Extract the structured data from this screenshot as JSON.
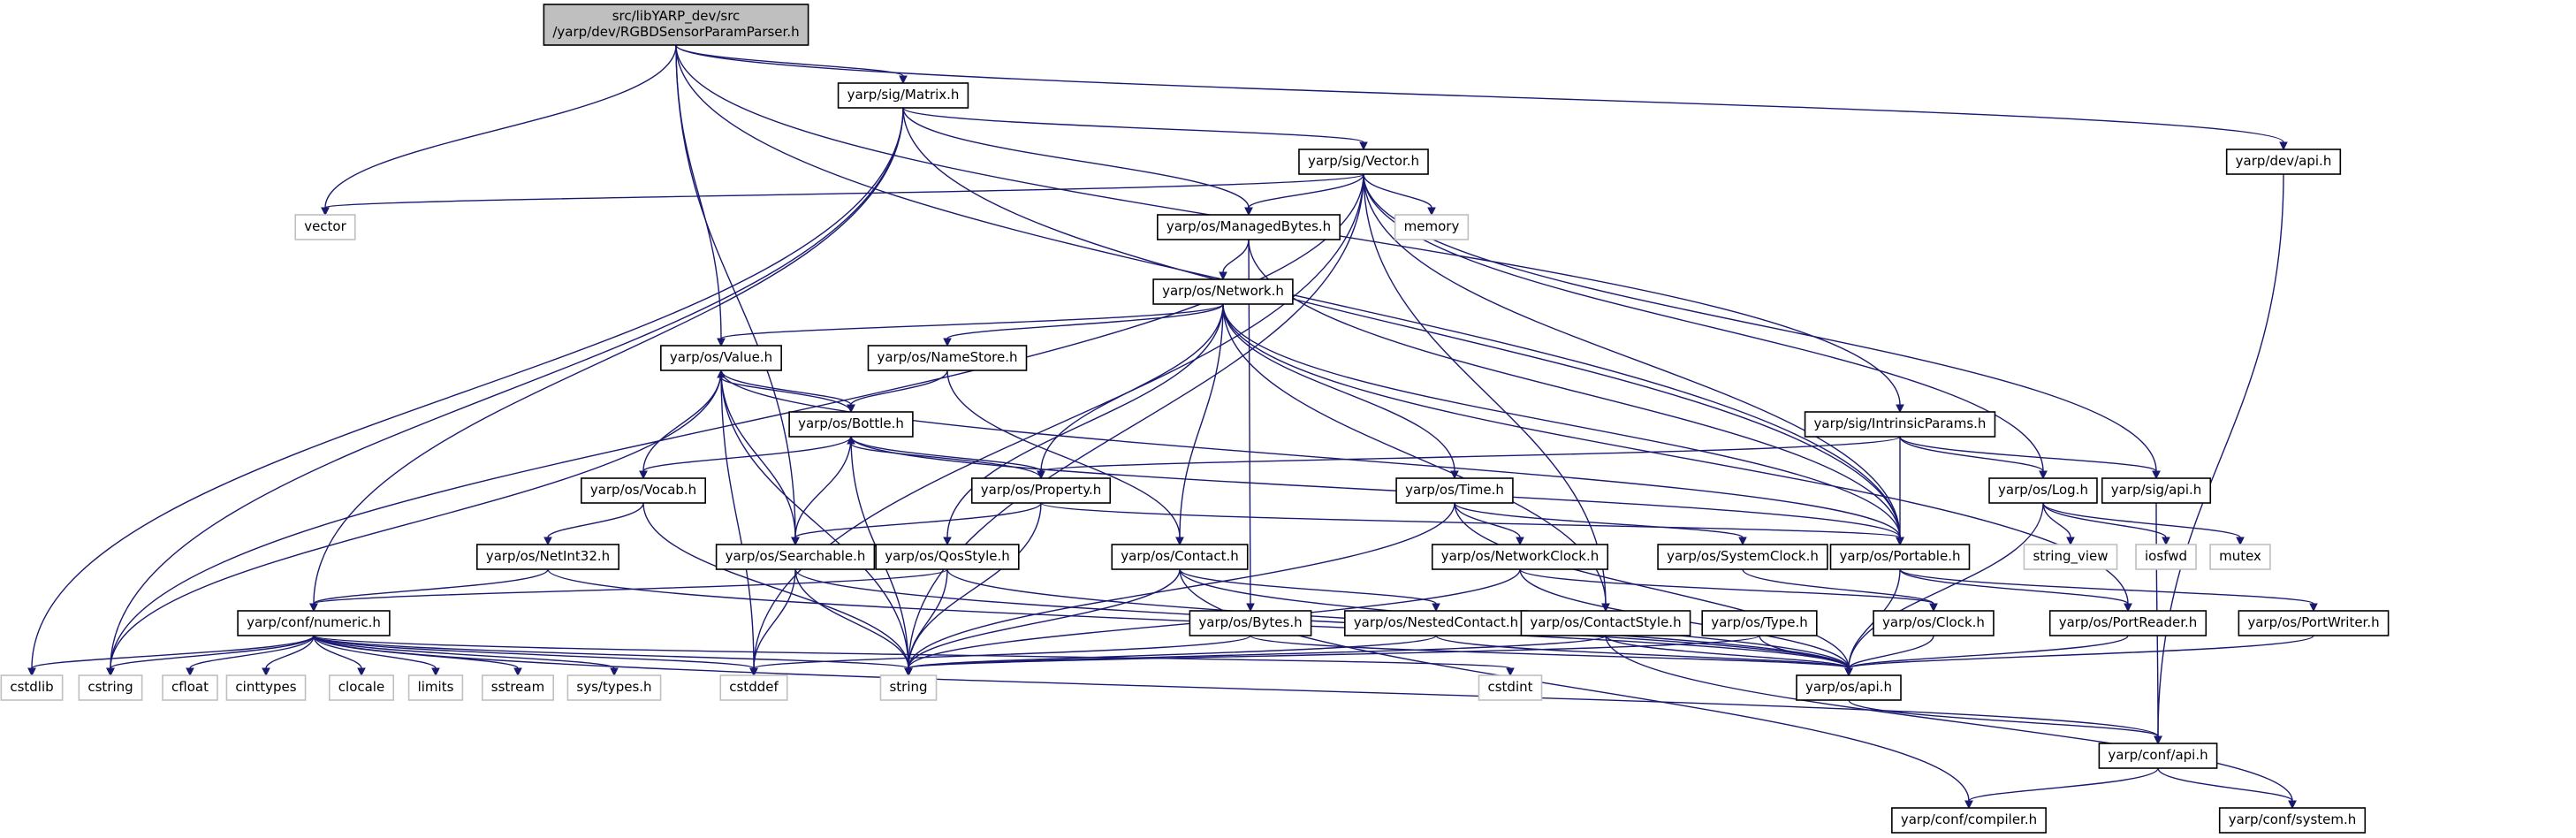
{
  "diagram": {
    "edge_color": "#191970",
    "root_fill": "#bfbfbf",
    "system_header_stroke": "#bfbfbf",
    "nodes": [
      {
        "id": "root",
        "lines": [
          "src/libYARP_dev/src",
          "/yarp/dev/RGBDSensorParamParser.h"
        ],
        "kind": "root"
      },
      {
        "id": "matrix",
        "lines": [
          "yarp/sig/Matrix.h"
        ],
        "kind": "local"
      },
      {
        "id": "intrinsic",
        "lines": [
          "yarp/sig/IntrinsicParams.h"
        ],
        "kind": "local"
      },
      {
        "id": "devapi",
        "lines": [
          "yarp/dev/api.h"
        ],
        "kind": "local"
      },
      {
        "id": "vector_std",
        "lines": [
          "vector"
        ],
        "kind": "system"
      },
      {
        "id": "sigvector",
        "lines": [
          "yarp/sig/Vector.h"
        ],
        "kind": "local"
      },
      {
        "id": "memory",
        "lines": [
          "memory"
        ],
        "kind": "system"
      },
      {
        "id": "managedbytes",
        "lines": [
          "yarp/os/ManagedBytes.h"
        ],
        "kind": "local"
      },
      {
        "id": "network",
        "lines": [
          "yarp/os/Network.h"
        ],
        "kind": "local"
      },
      {
        "id": "value",
        "lines": [
          "yarp/os/Value.h"
        ],
        "kind": "local"
      },
      {
        "id": "namestore",
        "lines": [
          "yarp/os/NameStore.h"
        ],
        "kind": "local"
      },
      {
        "id": "bottle",
        "lines": [
          "yarp/os/Bottle.h"
        ],
        "kind": "local"
      },
      {
        "id": "vocab",
        "lines": [
          "yarp/os/Vocab.h"
        ],
        "kind": "local"
      },
      {
        "id": "property",
        "lines": [
          "yarp/os/Property.h"
        ],
        "kind": "local"
      },
      {
        "id": "time",
        "lines": [
          "yarp/os/Time.h"
        ],
        "kind": "local"
      },
      {
        "id": "log",
        "lines": [
          "yarp/os/Log.h"
        ],
        "kind": "local"
      },
      {
        "id": "sigapi",
        "lines": [
          "yarp/sig/api.h"
        ],
        "kind": "local"
      },
      {
        "id": "netint32",
        "lines": [
          "yarp/os/NetInt32.h"
        ],
        "kind": "local"
      },
      {
        "id": "searchable",
        "lines": [
          "yarp/os/Searchable.h"
        ],
        "kind": "local"
      },
      {
        "id": "qosstyle",
        "lines": [
          "yarp/os/QosStyle.h"
        ],
        "kind": "local"
      },
      {
        "id": "contact",
        "lines": [
          "yarp/os/Contact.h"
        ],
        "kind": "local"
      },
      {
        "id": "networkclock",
        "lines": [
          "yarp/os/NetworkClock.h"
        ],
        "kind": "local"
      },
      {
        "id": "systemclock",
        "lines": [
          "yarp/os/SystemClock.h"
        ],
        "kind": "local"
      },
      {
        "id": "portable",
        "lines": [
          "yarp/os/Portable.h"
        ],
        "kind": "local"
      },
      {
        "id": "string_view",
        "lines": [
          "string_view"
        ],
        "kind": "system"
      },
      {
        "id": "iosfwd",
        "lines": [
          "iosfwd"
        ],
        "kind": "system"
      },
      {
        "id": "mutex",
        "lines": [
          "mutex"
        ],
        "kind": "system"
      },
      {
        "id": "numeric",
        "lines": [
          "yarp/conf/numeric.h"
        ],
        "kind": "local"
      },
      {
        "id": "bytes",
        "lines": [
          "yarp/os/Bytes.h"
        ],
        "kind": "local"
      },
      {
        "id": "nestedcontact",
        "lines": [
          "yarp/os/NestedContact.h"
        ],
        "kind": "local"
      },
      {
        "id": "contactstyle",
        "lines": [
          "yarp/os/ContactStyle.h"
        ],
        "kind": "local"
      },
      {
        "id": "type",
        "lines": [
          "yarp/os/Type.h"
        ],
        "kind": "local"
      },
      {
        "id": "clock",
        "lines": [
          "yarp/os/Clock.h"
        ],
        "kind": "local"
      },
      {
        "id": "portreader",
        "lines": [
          "yarp/os/PortReader.h"
        ],
        "kind": "local"
      },
      {
        "id": "portwriter",
        "lines": [
          "yarp/os/PortWriter.h"
        ],
        "kind": "local"
      },
      {
        "id": "cstdlib",
        "lines": [
          "cstdlib"
        ],
        "kind": "system"
      },
      {
        "id": "cstring",
        "lines": [
          "cstring"
        ],
        "kind": "system"
      },
      {
        "id": "cfloat",
        "lines": [
          "cfloat"
        ],
        "kind": "system"
      },
      {
        "id": "cinttypes",
        "lines": [
          "cinttypes"
        ],
        "kind": "system"
      },
      {
        "id": "clocale",
        "lines": [
          "clocale"
        ],
        "kind": "system"
      },
      {
        "id": "limits",
        "lines": [
          "limits"
        ],
        "kind": "system"
      },
      {
        "id": "sstream",
        "lines": [
          "sstream"
        ],
        "kind": "system"
      },
      {
        "id": "systypes",
        "lines": [
          "sys/types.h"
        ],
        "kind": "system"
      },
      {
        "id": "cstddef",
        "lines": [
          "cstddef"
        ],
        "kind": "system"
      },
      {
        "id": "string",
        "lines": [
          "string"
        ],
        "kind": "system"
      },
      {
        "id": "cstdint",
        "lines": [
          "cstdint"
        ],
        "kind": "system"
      },
      {
        "id": "osapi",
        "lines": [
          "yarp/os/api.h"
        ],
        "kind": "local"
      },
      {
        "id": "confapi",
        "lines": [
          "yarp/conf/api.h"
        ],
        "kind": "local"
      },
      {
        "id": "compiler",
        "lines": [
          "yarp/conf/compiler.h"
        ],
        "kind": "local"
      },
      {
        "id": "system",
        "lines": [
          "yarp/conf/system.h"
        ],
        "kind": "local"
      }
    ],
    "edges": [
      [
        "root",
        "matrix"
      ],
      [
        "root",
        "vector_std"
      ],
      [
        "root",
        "value"
      ],
      [
        "root",
        "searchable"
      ],
      [
        "root",
        "portable"
      ],
      [
        "root",
        "intrinsic"
      ],
      [
        "root",
        "devapi"
      ],
      [
        "matrix",
        "sigvector"
      ],
      [
        "matrix",
        "managedbytes"
      ],
      [
        "matrix",
        "numeric"
      ],
      [
        "matrix",
        "cstdlib"
      ],
      [
        "matrix",
        "cstring"
      ],
      [
        "matrix",
        "portable"
      ],
      [
        "sigvector",
        "vector_std"
      ],
      [
        "sigvector",
        "managedbytes"
      ],
      [
        "sigvector",
        "memory"
      ],
      [
        "sigvector",
        "string"
      ],
      [
        "sigvector",
        "portable"
      ],
      [
        "sigvector",
        "log"
      ],
      [
        "sigvector",
        "sigapi"
      ],
      [
        "sigvector",
        "cstring"
      ],
      [
        "sigvector",
        "cstddef"
      ],
      [
        "sigvector",
        "contactstyle"
      ],
      [
        "managedbytes",
        "network"
      ],
      [
        "managedbytes",
        "bytes"
      ],
      [
        "managedbytes",
        "portable"
      ],
      [
        "network",
        "value"
      ],
      [
        "network",
        "namestore"
      ],
      [
        "network",
        "property"
      ],
      [
        "network",
        "contact"
      ],
      [
        "network",
        "qosstyle"
      ],
      [
        "network",
        "time"
      ],
      [
        "network",
        "portable"
      ],
      [
        "network",
        "portreader"
      ],
      [
        "network",
        "contactstyle"
      ],
      [
        "value",
        "bottle"
      ],
      [
        "value",
        "vocab"
      ],
      [
        "value",
        "searchable"
      ],
      [
        "value",
        "portable"
      ],
      [
        "value",
        "string"
      ],
      [
        "value",
        "cstddef"
      ],
      [
        "value",
        "cstring"
      ],
      [
        "namestore",
        "bottle"
      ],
      [
        "namestore",
        "contact"
      ],
      [
        "bottle",
        "value"
      ],
      [
        "bottle",
        "vocab"
      ],
      [
        "bottle",
        "property"
      ],
      [
        "bottle",
        "searchable"
      ],
      [
        "bottle",
        "portable"
      ],
      [
        "bottle",
        "string"
      ],
      [
        "property",
        "bottle"
      ],
      [
        "property",
        "searchable"
      ],
      [
        "property",
        "portable"
      ],
      [
        "property",
        "string"
      ],
      [
        "vocab",
        "netint32"
      ],
      [
        "vocab",
        "string"
      ],
      [
        "netint32",
        "numeric"
      ],
      [
        "netint32",
        "osapi"
      ],
      [
        "searchable",
        "string"
      ],
      [
        "searchable",
        "cstddef"
      ],
      [
        "searchable",
        "osapi"
      ],
      [
        "qosstyle",
        "numeric"
      ],
      [
        "qosstyle",
        "string"
      ],
      [
        "qosstyle",
        "osapi"
      ],
      [
        "contact",
        "nestedcontact"
      ],
      [
        "contact",
        "string"
      ],
      [
        "contact",
        "compiler"
      ],
      [
        "contact",
        "osapi"
      ],
      [
        "time",
        "networkclock"
      ],
      [
        "time",
        "systemclock"
      ],
      [
        "time",
        "string"
      ],
      [
        "time",
        "osapi"
      ],
      [
        "networkclock",
        "clock"
      ],
      [
        "networkclock",
        "string"
      ],
      [
        "networkclock",
        "osapi"
      ],
      [
        "systemclock",
        "clock"
      ],
      [
        "intrinsic",
        "property"
      ],
      [
        "intrinsic",
        "portable"
      ],
      [
        "intrinsic",
        "log"
      ],
      [
        "intrinsic",
        "sigapi"
      ],
      [
        "log",
        "string_view"
      ],
      [
        "log",
        "iosfwd"
      ],
      [
        "log",
        "mutex"
      ],
      [
        "log",
        "osapi"
      ],
      [
        "sigapi",
        "confapi"
      ],
      [
        "portable",
        "portreader"
      ],
      [
        "portable",
        "portwriter"
      ],
      [
        "portable",
        "osapi"
      ],
      [
        "numeric",
        "cstdlib"
      ],
      [
        "numeric",
        "cstring"
      ],
      [
        "numeric",
        "cfloat"
      ],
      [
        "numeric",
        "cinttypes"
      ],
      [
        "numeric",
        "clocale"
      ],
      [
        "numeric",
        "limits"
      ],
      [
        "numeric",
        "sstream"
      ],
      [
        "numeric",
        "systypes"
      ],
      [
        "numeric",
        "cstddef"
      ],
      [
        "numeric",
        "string"
      ],
      [
        "numeric",
        "cstdint"
      ],
      [
        "numeric",
        "confapi"
      ],
      [
        "bytes",
        "cstddef"
      ],
      [
        "bytes",
        "osapi"
      ],
      [
        "nestedcontact",
        "string"
      ],
      [
        "nestedcontact",
        "osapi"
      ],
      [
        "contactstyle",
        "string"
      ],
      [
        "contactstyle",
        "osapi"
      ],
      [
        "contactstyle",
        "system"
      ],
      [
        "type",
        "string"
      ],
      [
        "type",
        "osapi"
      ],
      [
        "clock",
        "osapi"
      ],
      [
        "portreader",
        "osapi"
      ],
      [
        "portwriter",
        "osapi"
      ],
      [
        "osapi",
        "confapi"
      ],
      [
        "devapi",
        "confapi"
      ],
      [
        "confapi",
        "compiler"
      ],
      [
        "confapi",
        "system"
      ]
    ]
  }
}
